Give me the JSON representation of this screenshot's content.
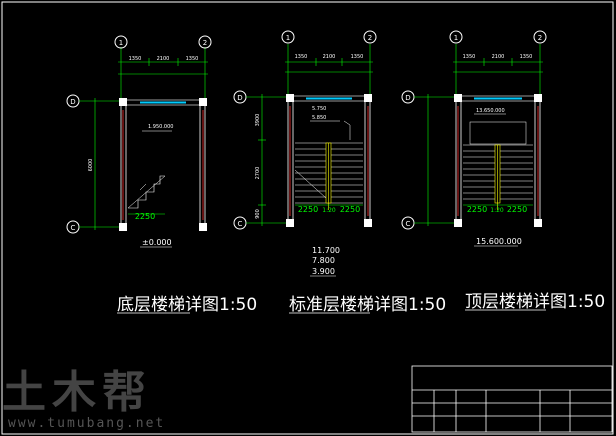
{
  "drawings": [
    {
      "title": "底层楼梯详图1:50",
      "axes": [
        "1",
        "2",
        "D",
        "C"
      ],
      "top_dims": [
        "1350",
        "2100",
        "1350"
      ],
      "left_dim": "6000",
      "bottom_dim": "2250",
      "levels": [
        "1.950.000",
        "±0.000"
      ]
    },
    {
      "title": "标准层楼梯详图1:50",
      "axes": [
        "1",
        "2",
        "D",
        "C"
      ],
      "top_dims": [
        "1350",
        "2100",
        "1350"
      ],
      "left_dims": [
        "3900",
        "2700",
        "900"
      ],
      "bottom_dims": [
        "2250",
        "1:20",
        "2250"
      ],
      "levels": [
        "5.750",
        "5.850",
        "11.700",
        "7.800",
        "3.900"
      ]
    },
    {
      "title": "顶层楼梯详图1:50",
      "axes": [
        "1",
        "2",
        "D",
        "C"
      ],
      "top_dims": [
        "1350",
        "2100",
        "1350"
      ],
      "bottom_dims": [
        "2250",
        "1:20",
        "2250"
      ],
      "levels": [
        "13.650.000",
        "15.600.000"
      ]
    }
  ],
  "watermark": {
    "text": "土木帮",
    "url": "www.tumubang.net"
  },
  "colors": {
    "dim": "#00ff00",
    "wall": "#ffffff",
    "window": "#00c8ff",
    "bubble": "#ffffff",
    "accent": "#ff3030",
    "level": "#ffffff"
  }
}
